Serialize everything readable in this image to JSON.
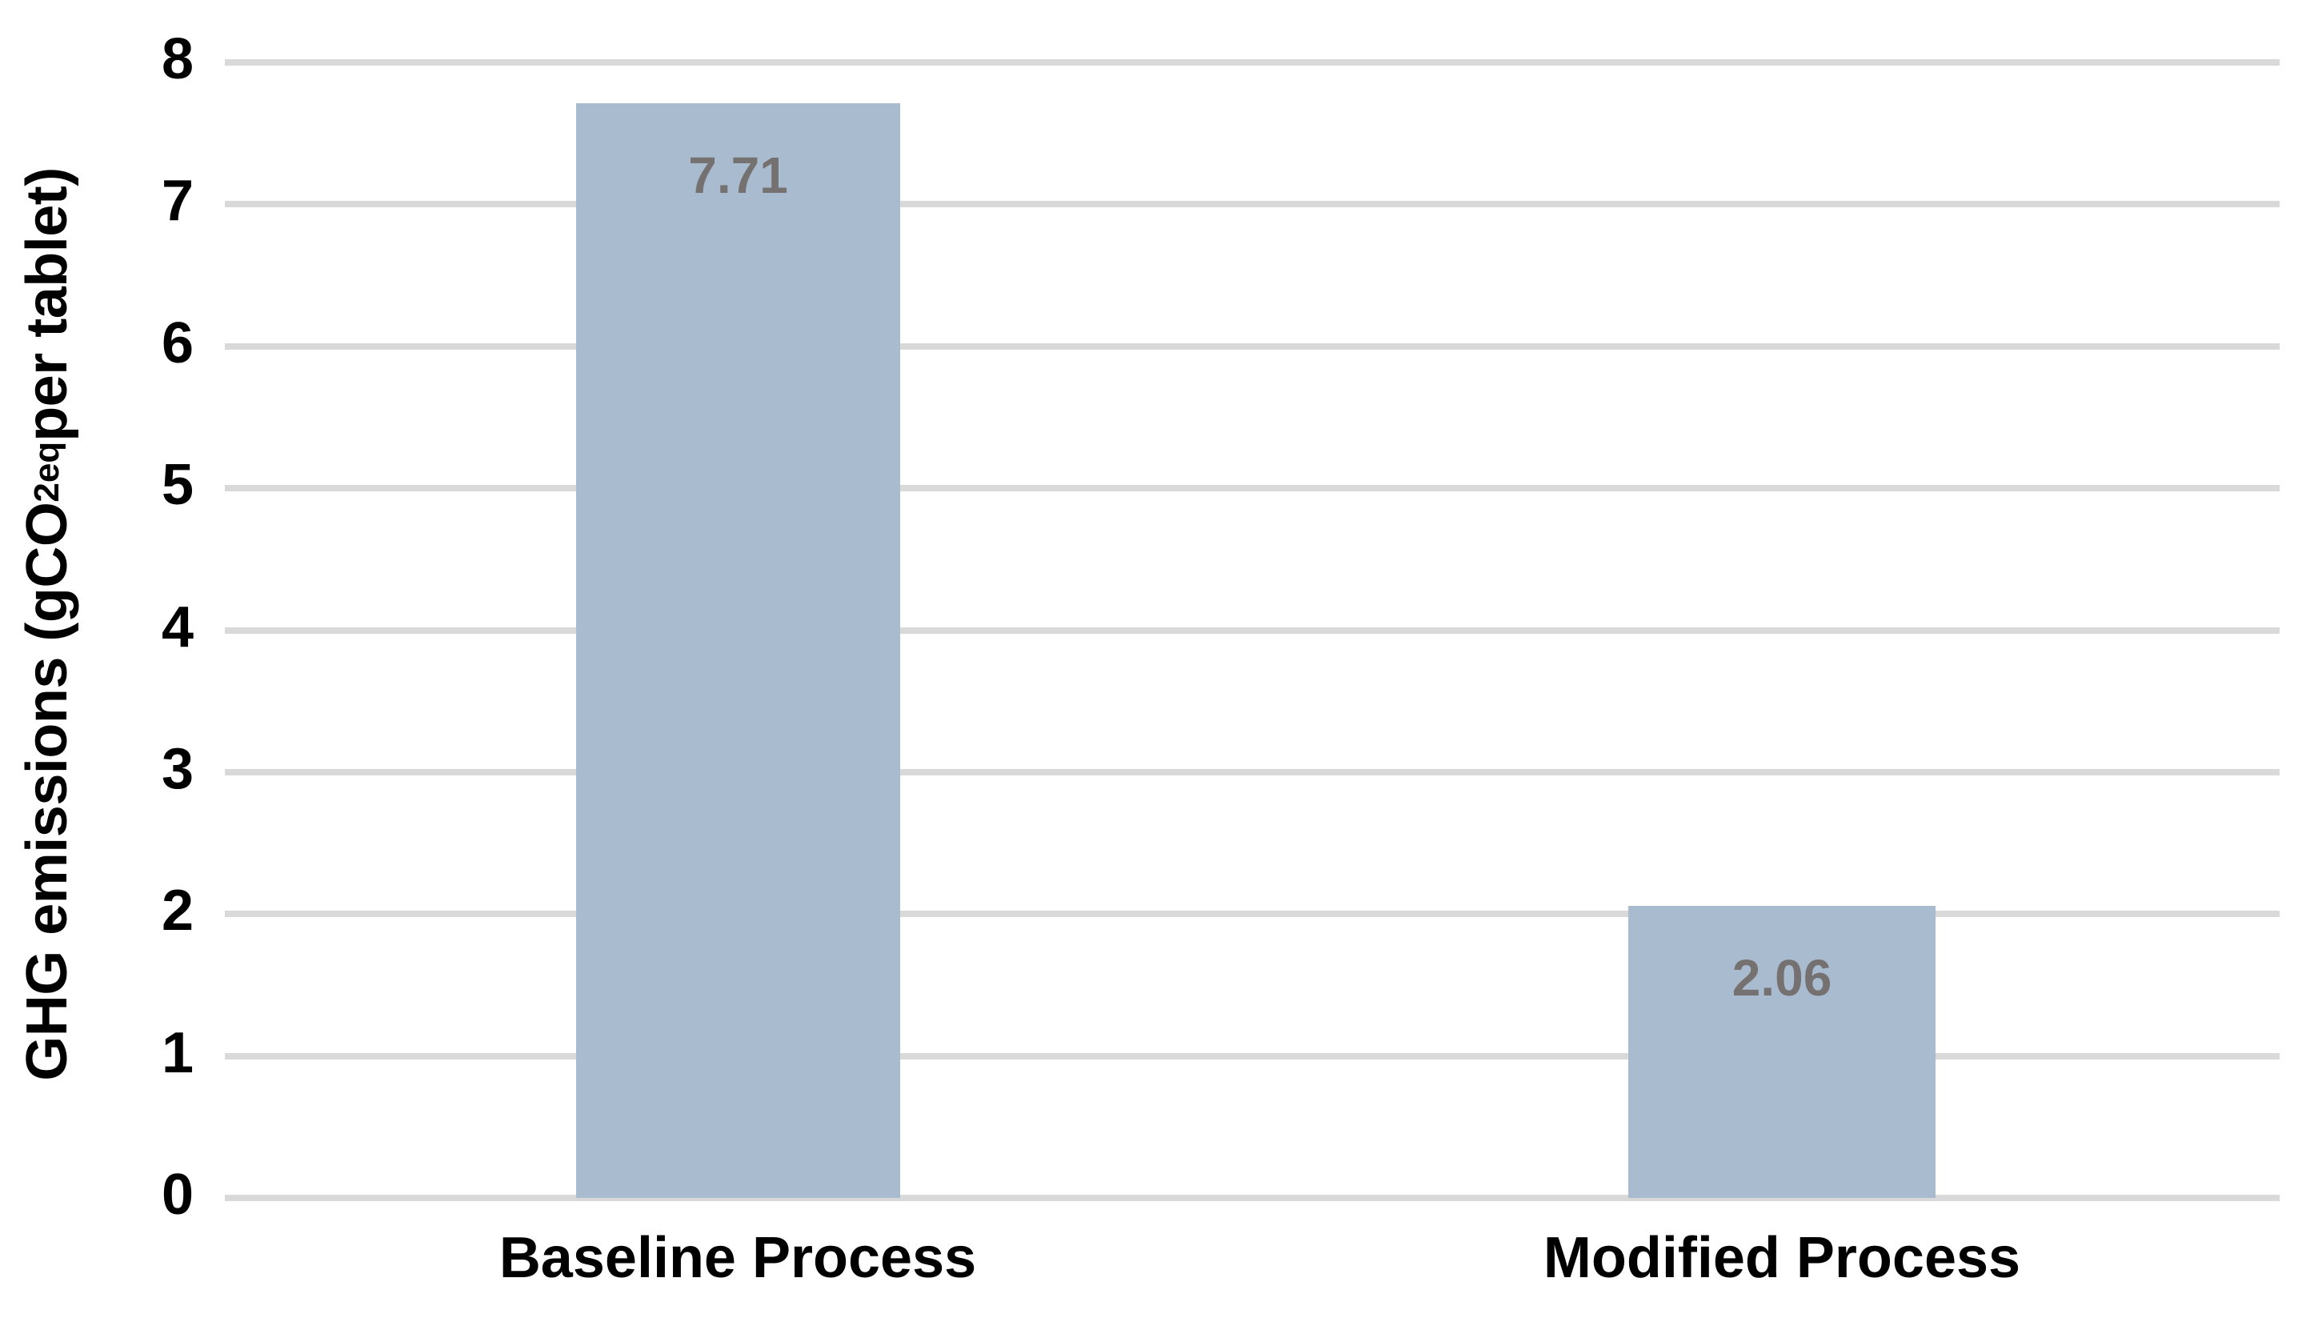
{
  "chart_data": {
    "type": "bar",
    "title": "",
    "subtitle": "",
    "xlabel": "",
    "ylabel": "GHG emissions (gCO2eq per tablet)",
    "ylabel_parts": {
      "before": "GHG emissions  (gCO",
      "subscript": "2eq",
      "after": " per  tablet)"
    },
    "categories": [
      "Baseline Process",
      "Modified Process"
    ],
    "values": [
      7.71,
      2.06
    ],
    "data_labels": [
      "7.71",
      "2.06"
    ],
    "ylim": [
      0,
      8
    ],
    "ytick_labels": [
      "8",
      "7",
      "6",
      "5",
      "4",
      "3",
      "2",
      "1",
      "0"
    ],
    "ytick_values": [
      8,
      7,
      6,
      5,
      4,
      3,
      2,
      1,
      0
    ],
    "grid": true,
    "grid_axis": "y",
    "legend": false,
    "legend_position": "none",
    "series": [
      {
        "name": "GHG emissions",
        "values": [
          7.71,
          2.06
        ]
      }
    ]
  },
  "style": {
    "bar_color": "#a9bbce",
    "gridline_color": "#d9d9d9",
    "data_label_color": "#767171",
    "axis_text_color": "#000000",
    "background_color": "#ffffff"
  }
}
